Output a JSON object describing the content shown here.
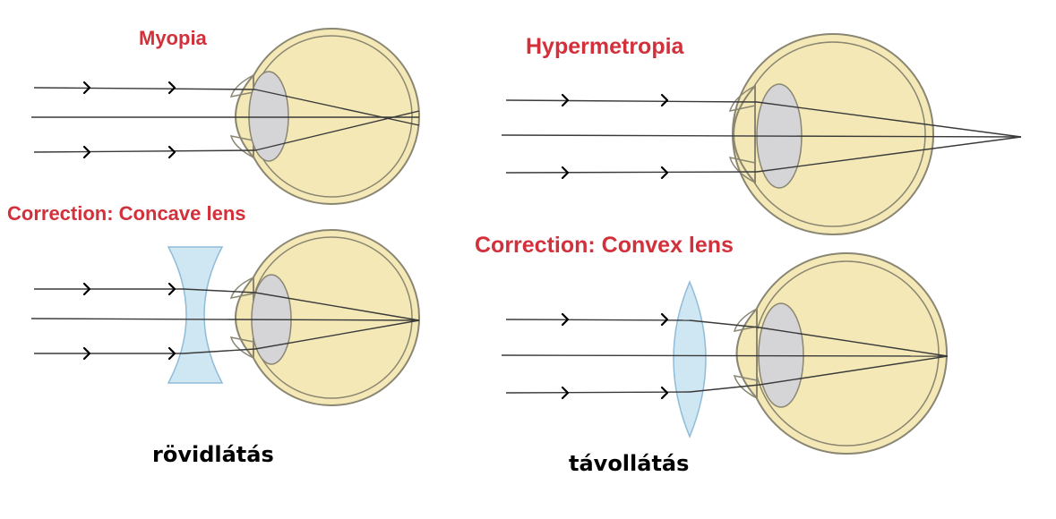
{
  "diagram": {
    "myopia": {
      "title": "Myopia",
      "correction_title": "Correction: Concave lens",
      "caption": "rövidlátás"
    },
    "hypermetropia": {
      "title": "Hypermetropia",
      "correction_title": "Correction: Convex lens",
      "caption": "távollátás"
    },
    "colors": {
      "title_red": "#d2303a",
      "eye_fill": "#f4e9b6",
      "lens_fill": "#d5d5d8",
      "correction_lens_fill": "#cfe6f3",
      "ray": "#3a3a3a"
    }
  }
}
